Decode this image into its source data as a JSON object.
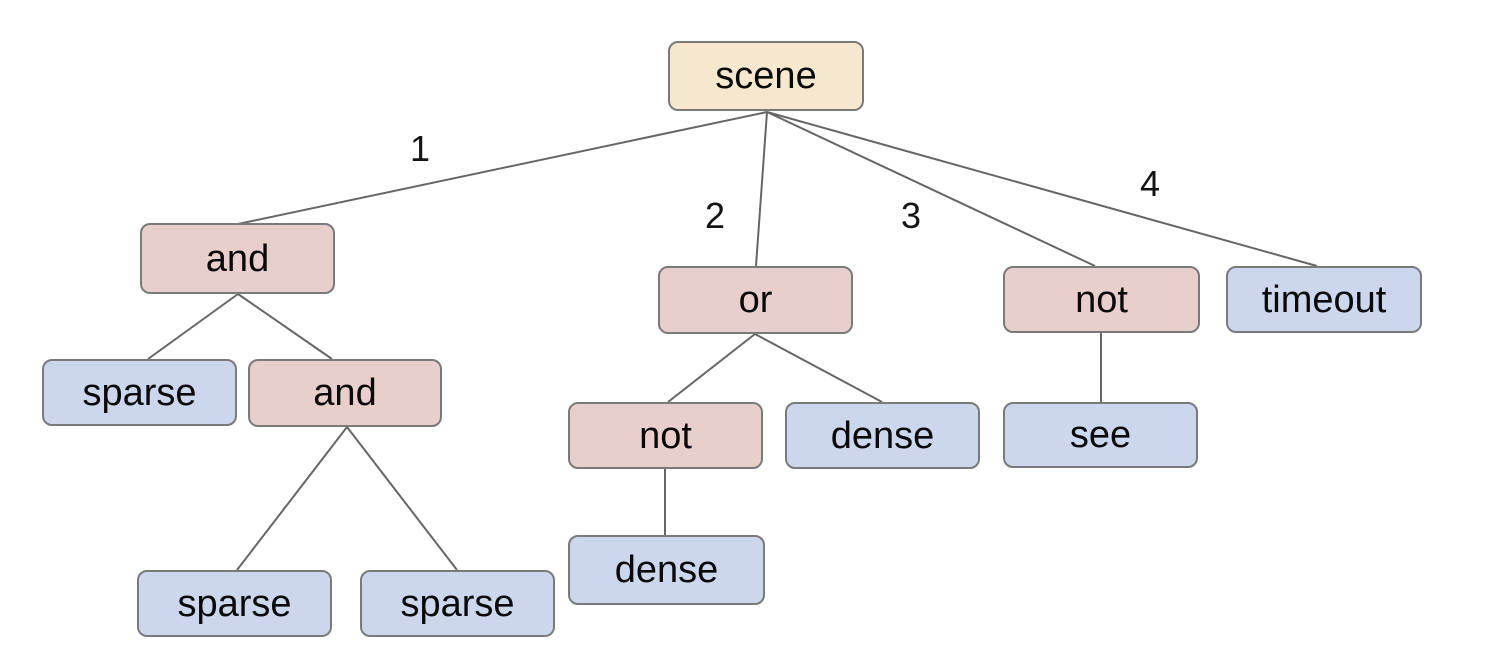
{
  "diagram": {
    "type": "tree",
    "colors": {
      "root_fill": "#f6e8ce",
      "operator_fill": "#e9cfcc",
      "leaf_fill": "#ccd7ee",
      "node_border": "#7a7a7a",
      "edge_line": "#666666",
      "text": "#0a0a0a",
      "background": "#ffffff"
    },
    "nodes": [
      {
        "id": "scene",
        "label": "scene",
        "type": "root"
      },
      {
        "id": "and-1",
        "label": "and",
        "type": "operator"
      },
      {
        "id": "or-1",
        "label": "or",
        "type": "operator"
      },
      {
        "id": "not-1",
        "label": "not",
        "type": "operator"
      },
      {
        "id": "timeout",
        "label": "timeout",
        "type": "leaf"
      },
      {
        "id": "sparse-1",
        "label": "sparse",
        "type": "leaf"
      },
      {
        "id": "and-2",
        "label": "and",
        "type": "operator"
      },
      {
        "id": "not-2",
        "label": "not",
        "type": "operator"
      },
      {
        "id": "dense-1",
        "label": "dense",
        "type": "leaf"
      },
      {
        "id": "see",
        "label": "see",
        "type": "leaf"
      },
      {
        "id": "sparse-2",
        "label": "sparse",
        "type": "leaf"
      },
      {
        "id": "sparse-3",
        "label": "sparse",
        "type": "leaf"
      },
      {
        "id": "dense-2",
        "label": "dense",
        "type": "leaf"
      }
    ],
    "edges": [
      {
        "from": "scene",
        "to": "and-1",
        "label": "1"
      },
      {
        "from": "scene",
        "to": "or-1",
        "label": "2"
      },
      {
        "from": "scene",
        "to": "not-1",
        "label": "3"
      },
      {
        "from": "scene",
        "to": "timeout",
        "label": "4"
      },
      {
        "from": "and-1",
        "to": "sparse-1",
        "label": ""
      },
      {
        "from": "and-1",
        "to": "and-2",
        "label": ""
      },
      {
        "from": "and-2",
        "to": "sparse-2",
        "label": ""
      },
      {
        "from": "and-2",
        "to": "sparse-3",
        "label": ""
      },
      {
        "from": "or-1",
        "to": "not-2",
        "label": ""
      },
      {
        "from": "or-1",
        "to": "dense-1",
        "label": ""
      },
      {
        "from": "not-2",
        "to": "dense-2",
        "label": ""
      },
      {
        "from": "not-1",
        "to": "see",
        "label": ""
      }
    ],
    "tree": {
      "label": "scene",
      "children": [
        {
          "edge": "1",
          "label": "and",
          "children": [
            {
              "label": "sparse"
            },
            {
              "label": "and",
              "children": [
                {
                  "label": "sparse"
                },
                {
                  "label": "sparse"
                }
              ]
            }
          ]
        },
        {
          "edge": "2",
          "label": "or",
          "children": [
            {
              "label": "not",
              "children": [
                {
                  "label": "dense"
                }
              ]
            },
            {
              "label": "dense"
            }
          ]
        },
        {
          "edge": "3",
          "label": "not",
          "children": [
            {
              "label": "see"
            }
          ]
        },
        {
          "edge": "4",
          "label": "timeout"
        }
      ]
    }
  }
}
